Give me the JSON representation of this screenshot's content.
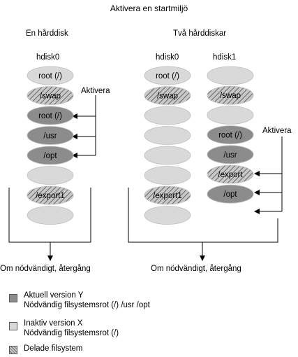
{
  "title": "Aktivera en startmiljö",
  "left_panel": {
    "heading": "En hårddisk",
    "disk_label": "hdisk0",
    "slices": [
      "root (/)",
      "/swap",
      "root (/)",
      "/usr",
      "/opt",
      "",
      "/export1",
      ""
    ],
    "activate_label": "Aktivera",
    "fallback_label": "Om nödvändigt, återgång"
  },
  "right_panel": {
    "heading": "Två hårddiskar",
    "disk0_label": "hdisk0",
    "disk1_label": "hdisk1",
    "disk0_slices": [
      "root (/)",
      "/swap",
      "",
      "",
      "",
      "",
      "/export1",
      ""
    ],
    "disk1_slices": [
      "",
      "/swap",
      "",
      "root (/)",
      "/usr",
      "/export",
      "/opt"
    ],
    "activate_label": "Aktivera",
    "fallback_label": "Om nödvändigt, återgång"
  },
  "legend": [
    {
      "line1": "Aktuell version Y",
      "line2": "Nödvändig filsystemsrot (/) /usr /opt",
      "style": "current"
    },
    {
      "line1": "Inaktiv version X",
      "line2": "Nödvändig filsystemsrot (/)",
      "style": "inactive"
    },
    {
      "line1": "Delade filsystem",
      "line2": "",
      "style": "shared"
    }
  ],
  "colors": {
    "current": "#8c8c8c",
    "inactive": "#d9d9d9",
    "shared_hatch": "#8c8c8c"
  }
}
